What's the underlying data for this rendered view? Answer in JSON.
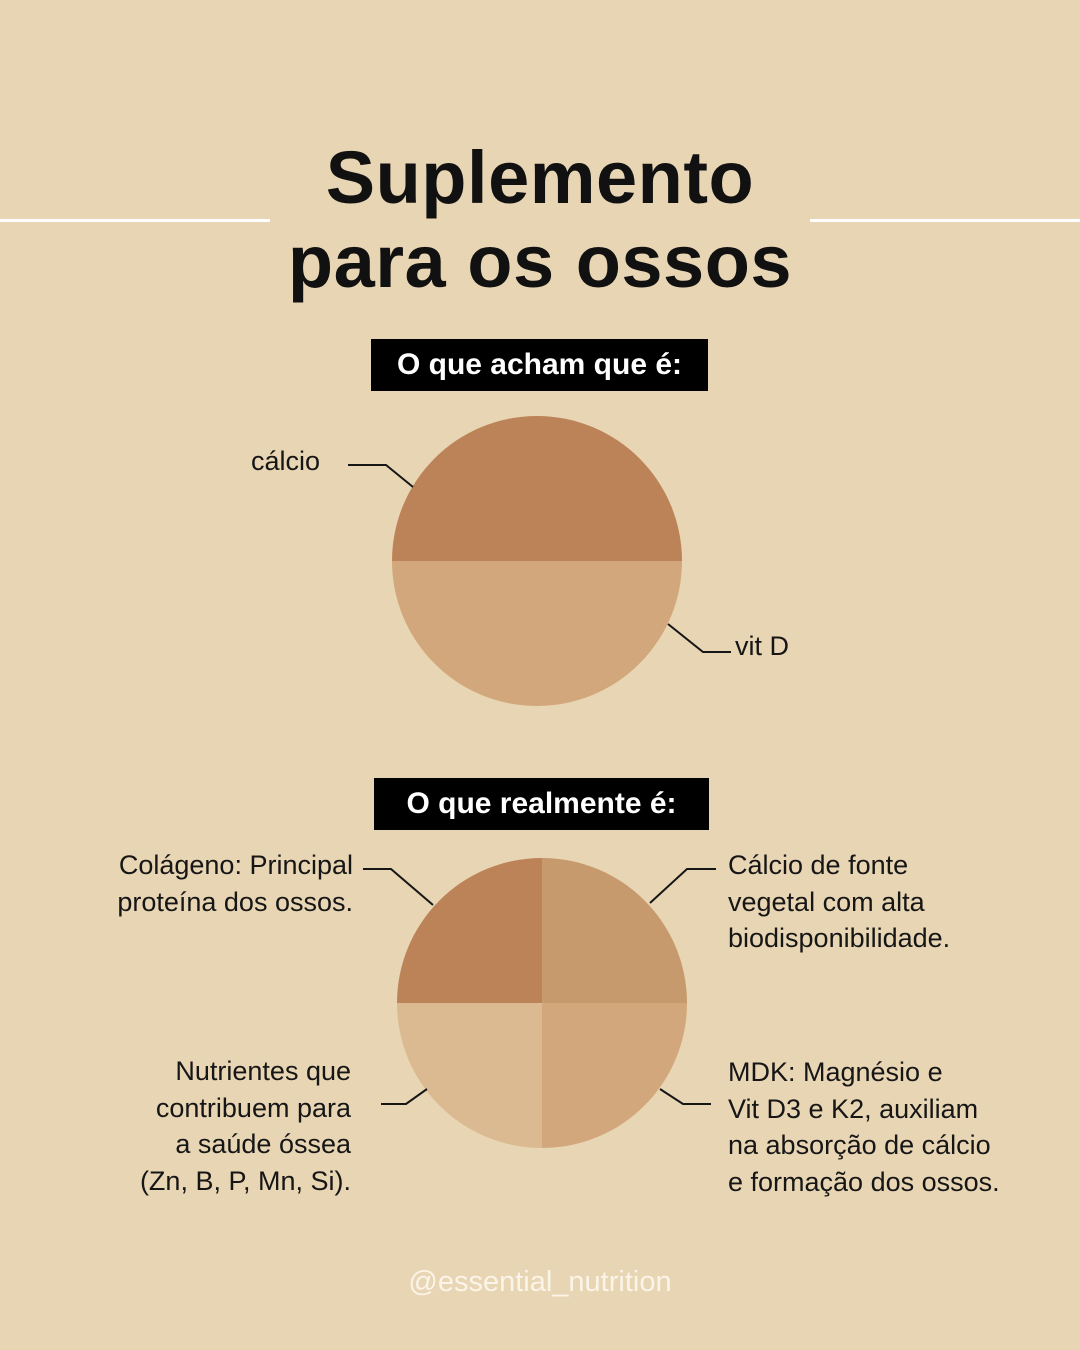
{
  "title": {
    "line1": "Suplemento",
    "line2": "para os ossos"
  },
  "colors": {
    "background": "#e8d5b3",
    "slice_dark": "#bd8358",
    "slice_mid": "#c79a6d",
    "slice_light": "#d2a77c",
    "slice_pale": "#dbba91"
  },
  "chart_data": [
    {
      "type": "pie",
      "heading": "O que acham que é:",
      "slices": [
        {
          "label": "cálcio",
          "value": 50,
          "color": "#bd8358"
        },
        {
          "label": "vit D",
          "value": 50,
          "color": "#d2a77c"
        }
      ]
    },
    {
      "type": "pie",
      "heading": "O que realmente é:",
      "slices": [
        {
          "label": "Cálcio de fonte\nvegetal com alta\nbiodisponibilidade.",
          "value": 25,
          "color": "#c79a6d"
        },
        {
          "label": "MDK: Magnésio e\nVit D3 e K2, auxiliam\nna absorção de cálcio\ne formação dos ossos.",
          "value": 25,
          "color": "#d2a77c"
        },
        {
          "label": "Nutrientes que\ncontribuem para\na saúde óssea\n(Zn, B, P, Mn, Si).",
          "value": 25,
          "color": "#dbba91"
        },
        {
          "label": "Colágeno: Principal\nproteína dos ossos.",
          "value": 25,
          "color": "#bd8358"
        }
      ]
    }
  ],
  "footer": {
    "handle": "@essential_nutrition"
  }
}
